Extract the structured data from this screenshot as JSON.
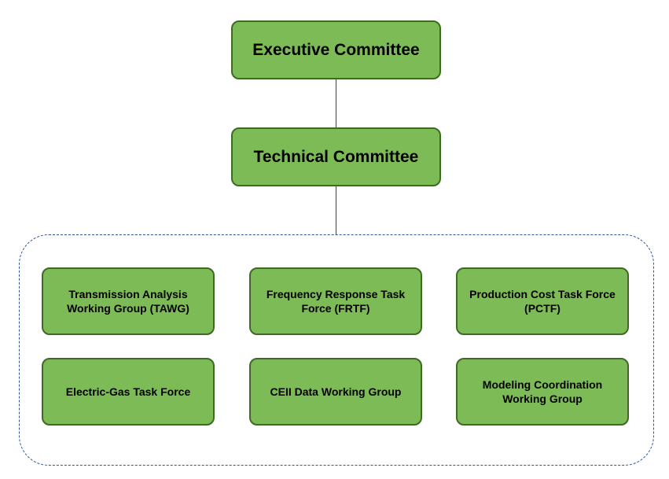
{
  "diagram": {
    "top": {
      "executive": "Executive Committee",
      "technical": "Technical Committee"
    },
    "groups": [
      "Transmission Analysis Working Group (TAWG)",
      "Frequency Response Task Force (FRTF)",
      "Production Cost Task Force (PCTF)",
      "Electric-Gas Task Force",
      "CEII Data Working Group",
      "Modeling Coordination Working Group"
    ]
  },
  "colors": {
    "box_fill": "#7dbb57",
    "box_border": "#3f6a26",
    "connector": "#5a3b2a",
    "group_frame": "#2f5597"
  }
}
